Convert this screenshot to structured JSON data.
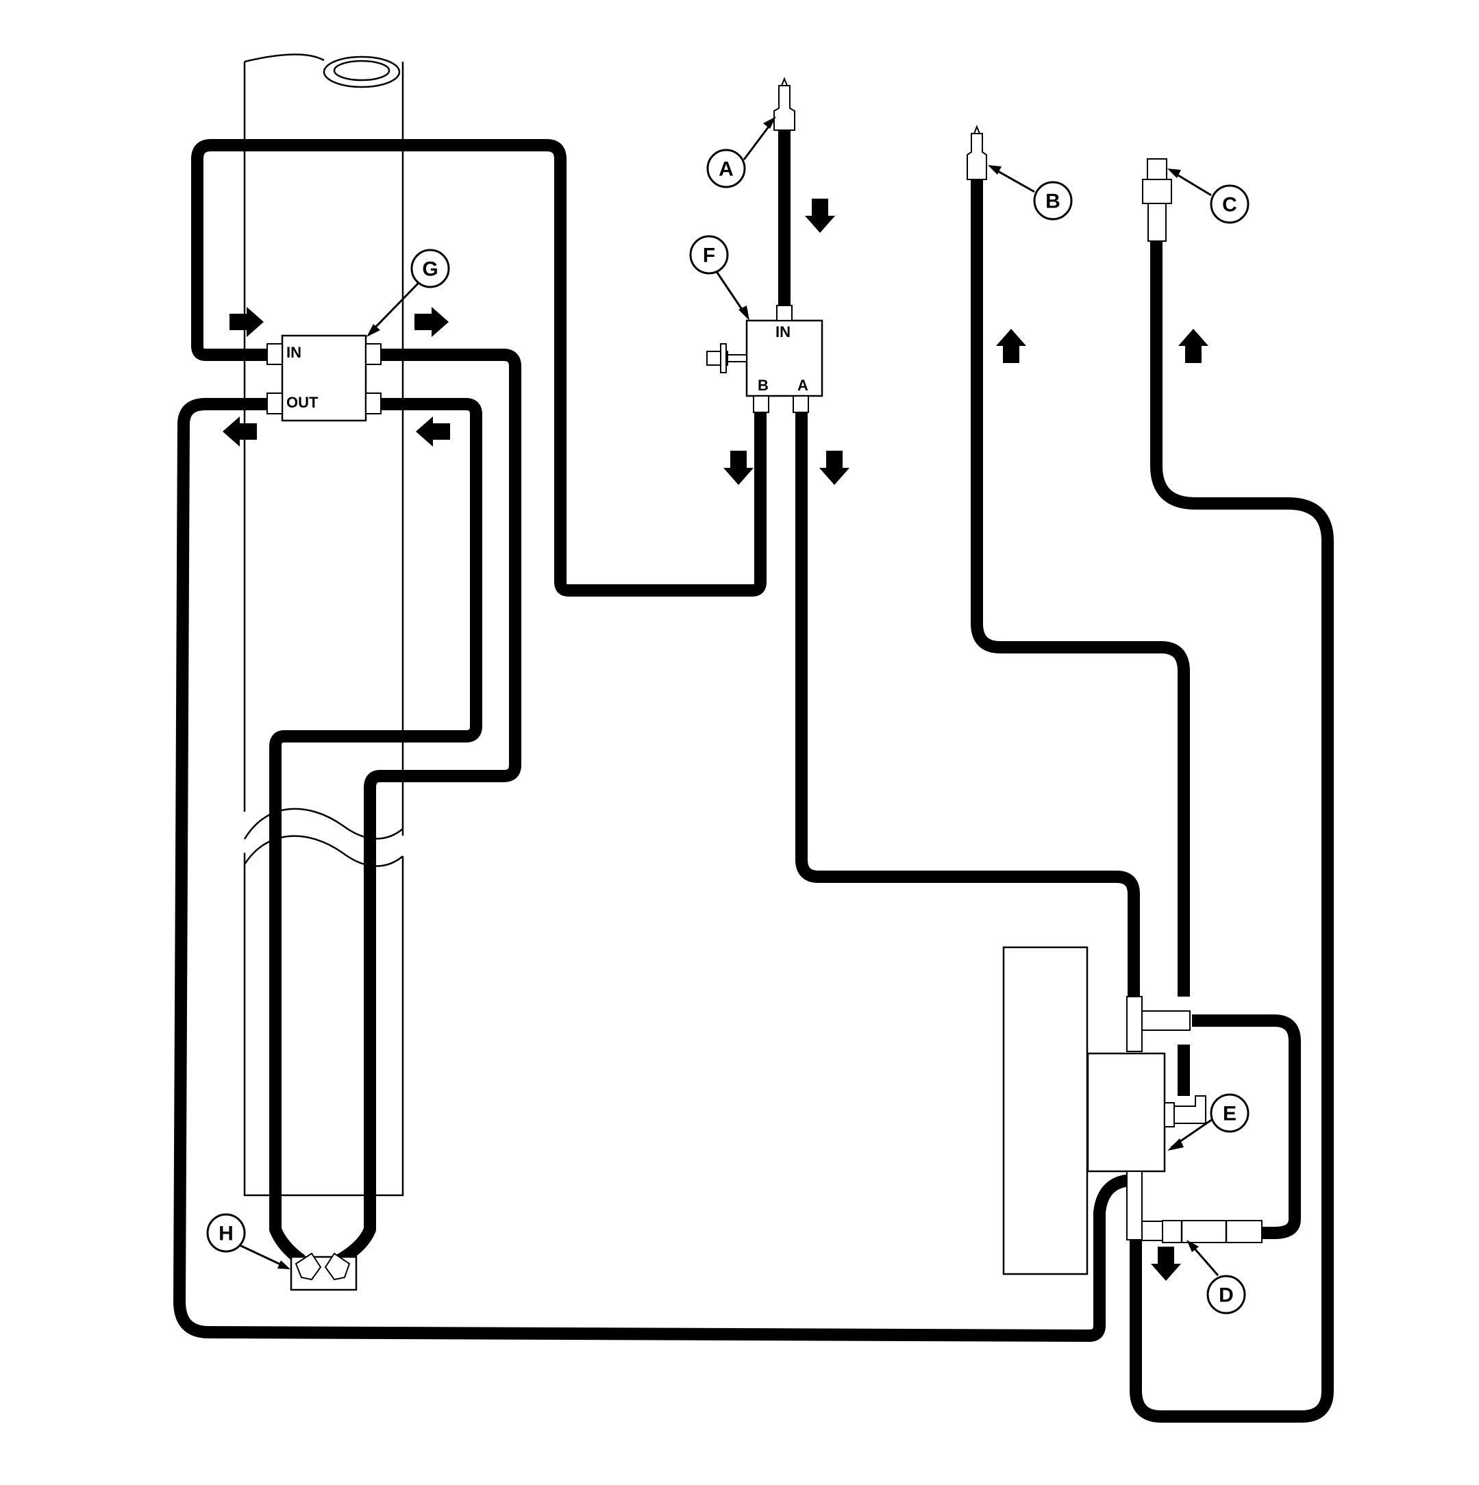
{
  "callouts": {
    "A": "A",
    "B": "B",
    "C": "C",
    "D": "D",
    "E": "E",
    "F": "F",
    "G": "G",
    "H": "H"
  },
  "valve_f": {
    "in_label": "IN",
    "port_b_label": "B",
    "port_a_label": "A"
  },
  "block_g": {
    "in_label": "IN",
    "out_label": "OUT"
  },
  "icons": {
    "flow_arrow": "flow-arrow-icon",
    "quick_coupler": "quick-coupler-icon",
    "fitting": "fitting-icon"
  },
  "colors": {
    "line": "#000000",
    "background": "#ffffff"
  }
}
